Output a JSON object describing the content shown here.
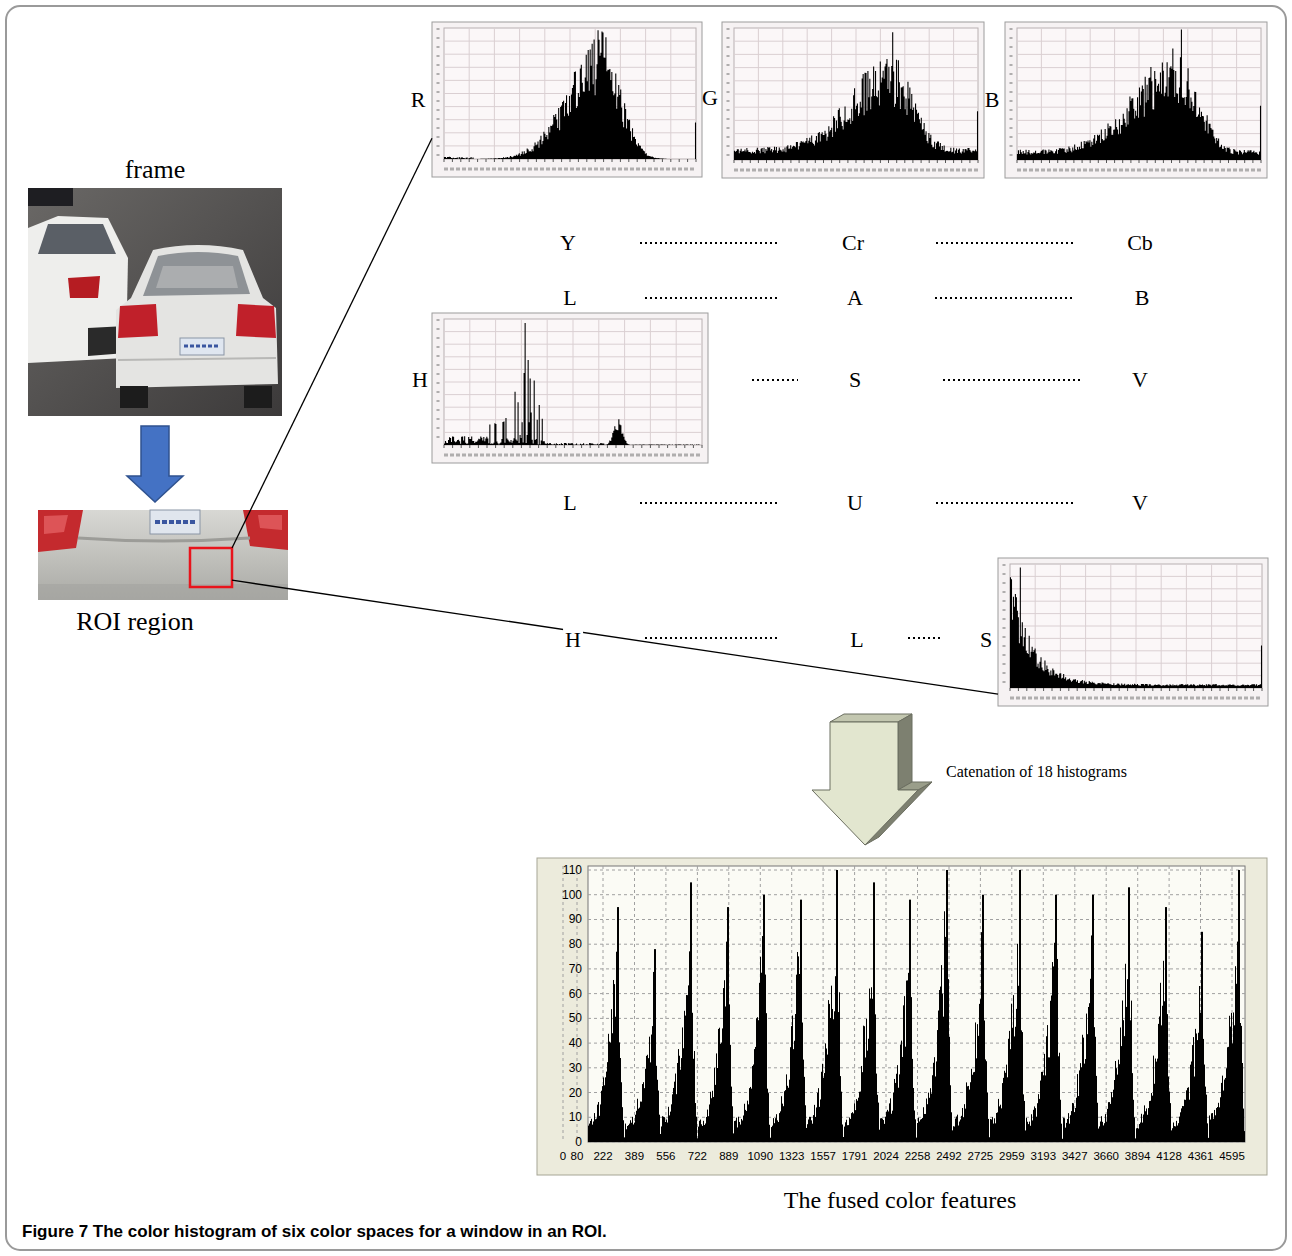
{
  "diagram": {
    "caption": "Figure 7 The color histogram of six color spaces for a window in an ROI.",
    "nodes": [
      {
        "text": [
          "frame"
        ]
      },
      {
        "text": [
          "R"
        ]
      },
      {
        "text": [
          "G"
        ]
      },
      {
        "text": [
          "B"
        ]
      },
      {
        "text": [
          "H"
        ]
      },
      {
        "text": [
          "ROI region"
        ]
      },
      {
        "text": [
          "S"
        ]
      },
      {
        "text": [
          "The fused color features"
        ]
      }
    ],
    "edges": [
      {
        "from": 0,
        "to": 5,
        "arrow": "to"
      },
      {
        "from": 5,
        "to": 1,
        "arrow": "none"
      },
      {
        "from": 5,
        "to": 6,
        "arrow": "none"
      }
    ],
    "labels": [
      "Y",
      "Cr",
      "Cb",
      "L",
      "A",
      "B",
      "S",
      "V",
      "L",
      "U",
      "V",
      "H",
      "L",
      "Catenation of 18 histograms",
      "0",
      "10",
      "20",
      "30",
      "40",
      "50",
      "60",
      "70",
      "80",
      "90",
      "100",
      "110",
      "0",
      "80",
      "222",
      "389",
      "556",
      "722",
      "889",
      "1090",
      "1323",
      "1557",
      "1791",
      "2024",
      "2258",
      "2492",
      "2725",
      "2959",
      "3193",
      "3427",
      "3660",
      "3894",
      "4128",
      "4361",
      "4595"
    ]
  }
}
